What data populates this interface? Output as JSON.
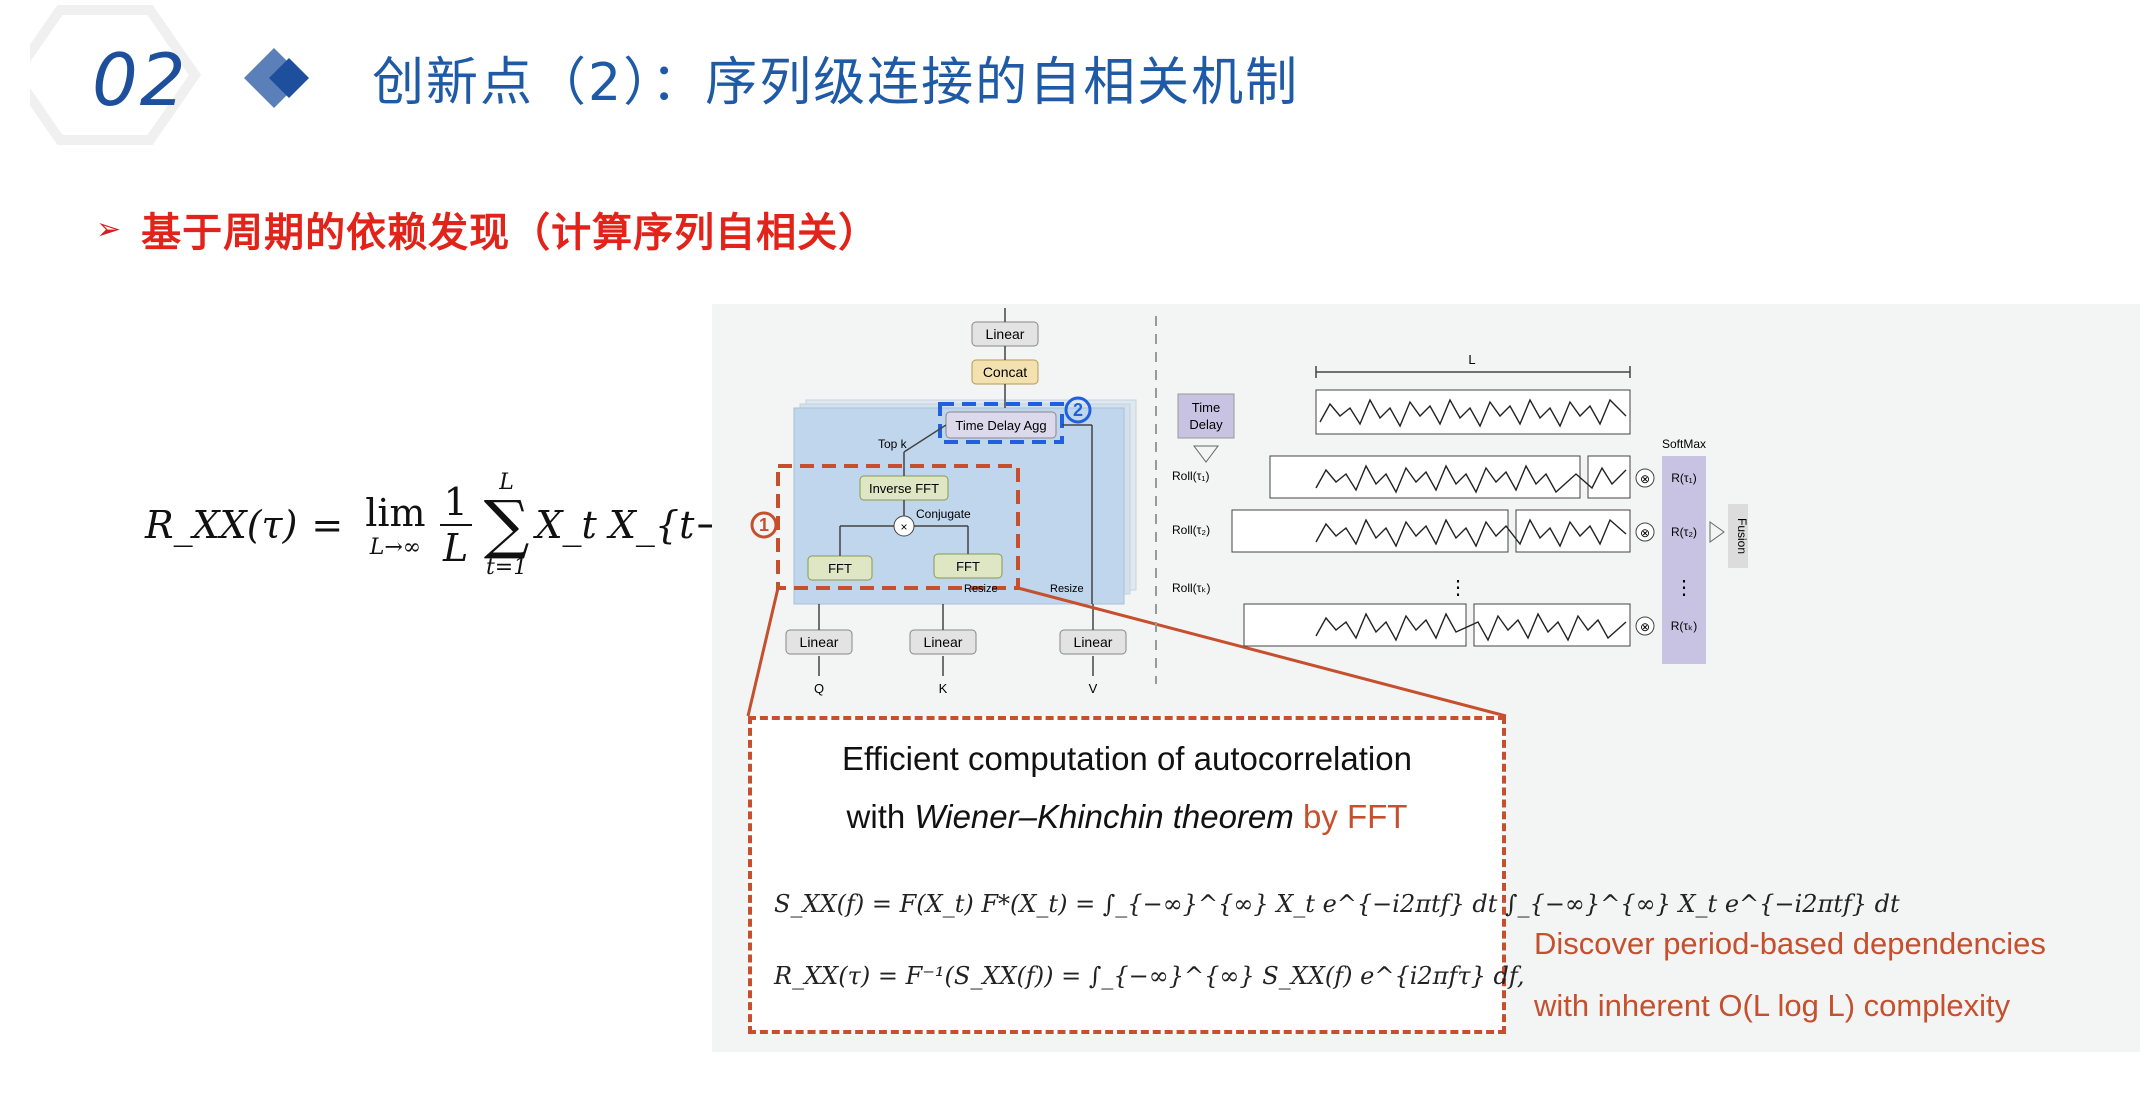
{
  "header": {
    "slide_number": "02",
    "title": "创新点（2）：序列级连接的自相关机制"
  },
  "subtitle": {
    "text": "基于周期的依赖发现（计算序列自相关）"
  },
  "formula_left": {
    "lhs": "R_XX(τ)",
    "lim_under": "L→∞",
    "frac_num": "1",
    "frac_den": "L",
    "sum_top": "L",
    "sum_bottom": "t=1",
    "body": "X_t X_{t−τ}."
  },
  "diagram": {
    "blocks": {
      "linear_top": "Linear",
      "concat": "Concat",
      "time_delay_agg": "Time Delay Agg",
      "top_k": "Top k",
      "inverse_fft": "Inverse FFT",
      "conjugate": "Conjugate",
      "fft_1": "FFT",
      "fft_2": "FFT",
      "resize_1": "Resize",
      "resize_2": "Resize",
      "linear_q": "Linear",
      "linear_k": "Linear",
      "linear_v": "Linear",
      "q": "Q",
      "k": "K",
      "v": "V"
    },
    "markers": {
      "one": "①",
      "two": "②"
    },
    "right": {
      "time_delay": [
        "Time",
        "Delay"
      ],
      "length_label": "L",
      "roll_1": "Roll(τ₁)",
      "roll_2": "Roll(τ₂)",
      "roll_k": "Roll(τₖ)",
      "softmax": "SoftMax",
      "r_1": "R(τ₁)",
      "r_2": "R(τ₂)",
      "r_k": "R(τₖ)",
      "fusion": "Fusion",
      "times_symbol": "⊗"
    }
  },
  "callout": {
    "title_line1": "Efficient computation of autocorrelation",
    "title_line2_prefix": "with ",
    "title_line2_italic": "Wiener–Khinchin theorem",
    "title_line2_suffix": " by FFT",
    "eq1": "S_XX(f) = F(X_t) F*(X_t) = ∫_{−∞}^{∞} X_t e^{−i2πtf} dt  ∫_{−∞}^{∞} X_t e^{−i2πtf} dt",
    "eq2": "R_XX(τ) = F⁻¹(S_XX(f)) = ∫_{−∞}^{∞} S_XX(f) e^{i2πfτ} df,"
  },
  "side_note": {
    "line1": "Discover period-based dependencies",
    "line2": "with inherent O(L log L) complexity"
  },
  "colors": {
    "title_blue": "#1f5aa6",
    "subtitle_red": "#e2231a",
    "callout_orange": "#c6502e",
    "marker_blue": "#1f5fe0"
  }
}
